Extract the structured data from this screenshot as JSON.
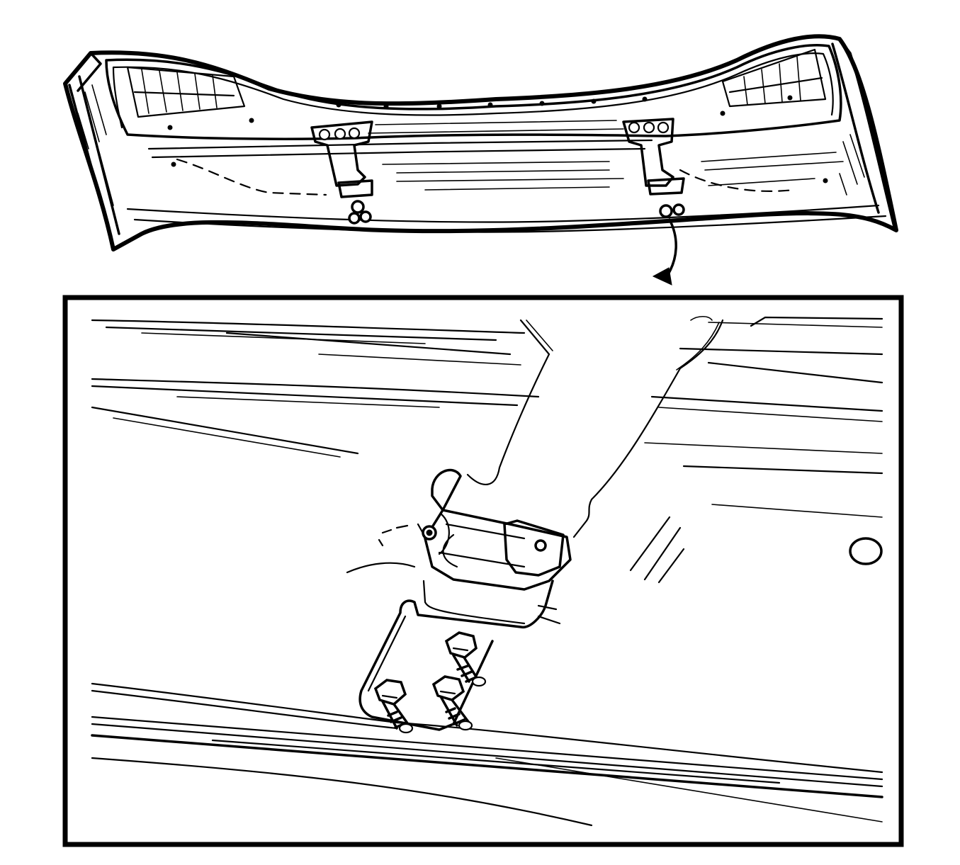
{
  "figure": {
    "overview": "deck-lid-panel",
    "detail": "hinge-bolt-closeup",
    "ink_color": "#000000",
    "background_color": "#ffffff",
    "callout": "curved-arrow-to-detail"
  }
}
